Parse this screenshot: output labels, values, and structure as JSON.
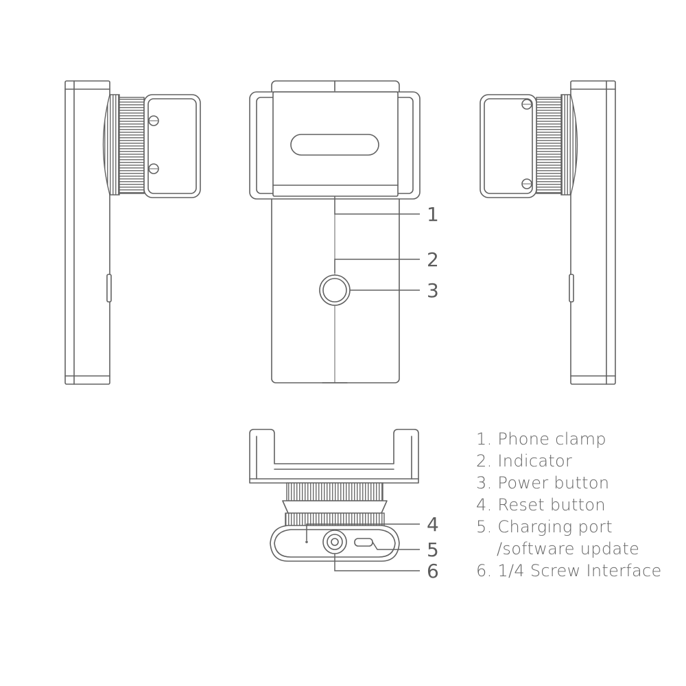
{
  "callouts": [
    "1",
    "2",
    "3",
    "4",
    "5",
    "6"
  ],
  "legend": [
    {
      "text": "1. Phone clamp"
    },
    {
      "text": "2. Indicator"
    },
    {
      "text": "3. Power button"
    },
    {
      "text": "4. Reset button"
    },
    {
      "text": "5. Charging port",
      "cont": "/software update"
    },
    {
      "text": "6. 1/4 Screw Interface"
    }
  ],
  "colors": {
    "line": "#606060",
    "text": "#666666"
  }
}
